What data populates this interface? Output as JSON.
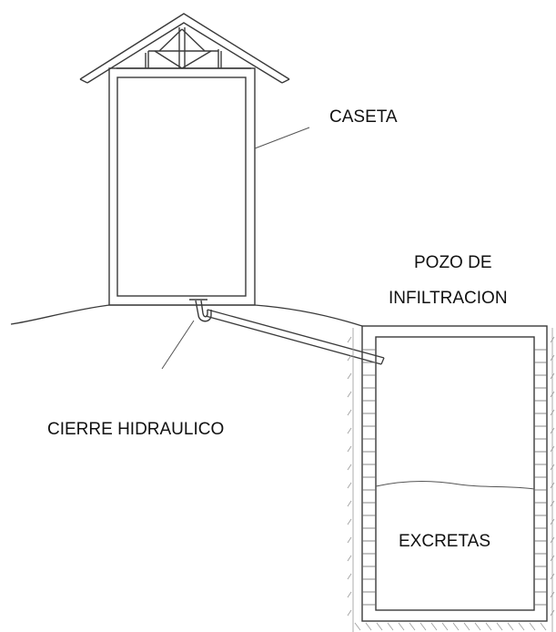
{
  "labels": {
    "caseta": "CASETA",
    "pozo_line1": "POZO DE",
    "pozo_line2": "INFILTRACION",
    "cierre": "CIERRE HIDRAULICO",
    "excretas": "EXCRETAS"
  },
  "colors": {
    "line": "#3a3a3a",
    "hatch": "#9a9a9a"
  }
}
